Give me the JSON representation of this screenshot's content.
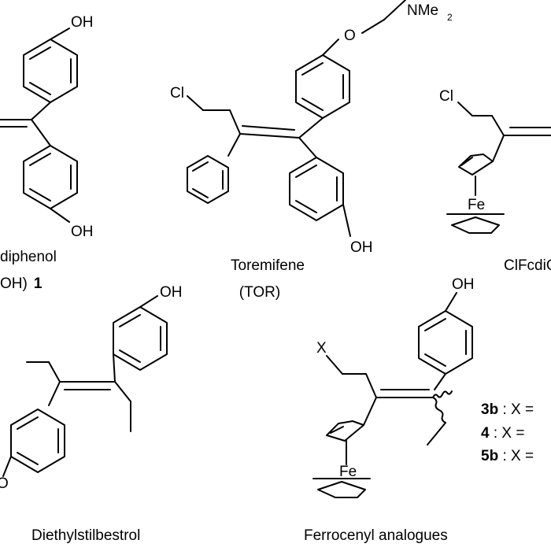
{
  "labels": {
    "compound1_line1": "diphenol",
    "compound1_line2": "OH)",
    "compound1_number": "1",
    "toremifene_name": "Toremifene",
    "toremifene_abbr": "(TOR)",
    "clfcd_name": "ClFcdiO",
    "des_name": "Diethylstilbestrol",
    "ferrocenyl_name": "Ferrocenyl analogues"
  },
  "atoms": {
    "oh": "OH",
    "o": "O",
    "cl": "Cl",
    "nme": "NMe",
    "two": "2",
    "fe": "Fe",
    "x": "X"
  },
  "compound_list": [
    {
      "id": "3b",
      "colon": " : ",
      "rest": "X ="
    },
    {
      "id": "4",
      "colon": " :   ",
      "rest": "X ="
    },
    {
      "id": "5b",
      "colon": " : ",
      "rest": "X ="
    }
  ]
}
